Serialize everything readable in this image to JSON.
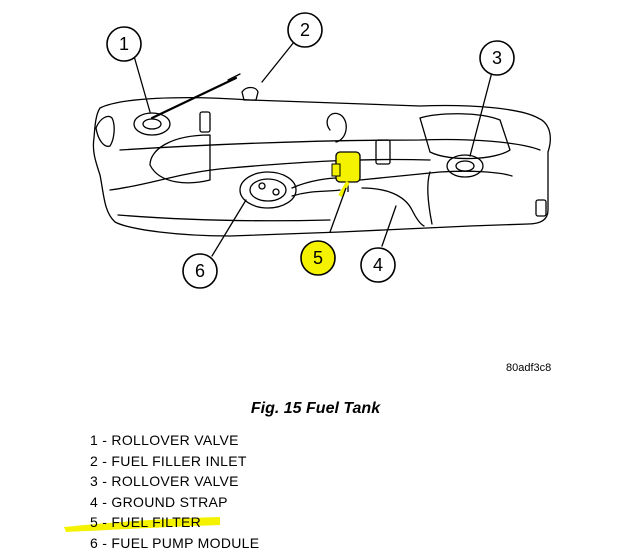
{
  "diagram": {
    "image_code": "80adf3c8",
    "callouts": [
      "1",
      "2",
      "3",
      "4",
      "5",
      "6"
    ],
    "highlight_color": "#f5f200",
    "line_color": "#000000"
  },
  "caption": {
    "title": "Fig. 15 Fuel Tank"
  },
  "legend": {
    "items": [
      "1 - ROLLOVER VALVE",
      "2 - FUEL FILLER INLET",
      "3 - ROLLOVER VALVE",
      "4 - GROUND STRAP",
      "5 - FUEL FILTER",
      "6 - FUEL PUMP MODULE"
    ],
    "highlighted_index": 4
  }
}
